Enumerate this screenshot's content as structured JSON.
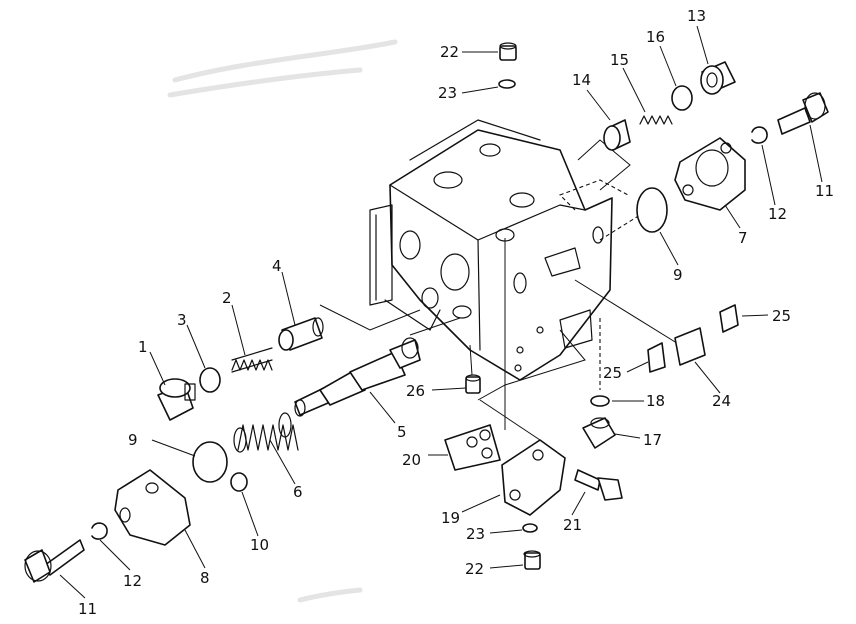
{
  "callouts": {
    "c1": "1",
    "c2": "2",
    "c3": "3",
    "c4": "4",
    "c5": "5",
    "c6": "6",
    "c7": "7",
    "c8": "8",
    "c9a": "9",
    "c9b": "9",
    "c10": "10",
    "c11a": "11",
    "c11b": "11",
    "c12a": "12",
    "c12b": "12",
    "c13": "13",
    "c14": "14",
    "c15": "15",
    "c16": "16",
    "c17": "17",
    "c18": "18",
    "c19": "19",
    "c20": "20",
    "c21": "21",
    "c22a": "22",
    "c22b": "22",
    "c23a": "23",
    "c23b": "23",
    "c24": "24",
    "c25a": "25",
    "c25b": "25",
    "c26": "26"
  },
  "colors": {
    "ink": "#111111",
    "paper": "#ffffff"
  }
}
